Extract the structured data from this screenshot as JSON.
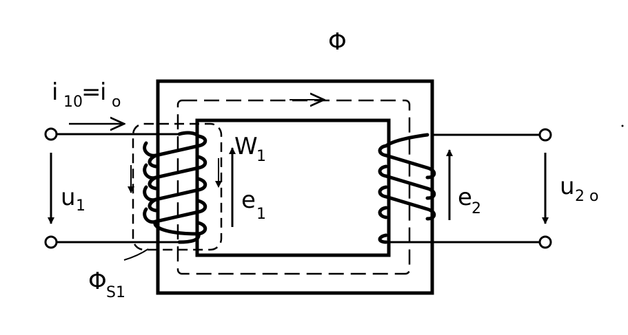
{
  "labels": {
    "flux": "Φ",
    "current_main": "i",
    "current_main_sub": "10",
    "current_eq": "=",
    "current_rhs": "i",
    "current_rhs_sub": "o",
    "u1_main": "u",
    "u1_sub": "1",
    "w1_main": "W",
    "w1_sub": "1",
    "e1_main": "e",
    "e1_sub": "1",
    "e2_main": "e",
    "e2_sub": "2",
    "u20": "u",
    "u20_sub": "2 o",
    "leak_main": "Φ",
    "leak_sub": "S1"
  },
  "colors": {
    "ink": "#000000",
    "paper": "#ffffff"
  }
}
